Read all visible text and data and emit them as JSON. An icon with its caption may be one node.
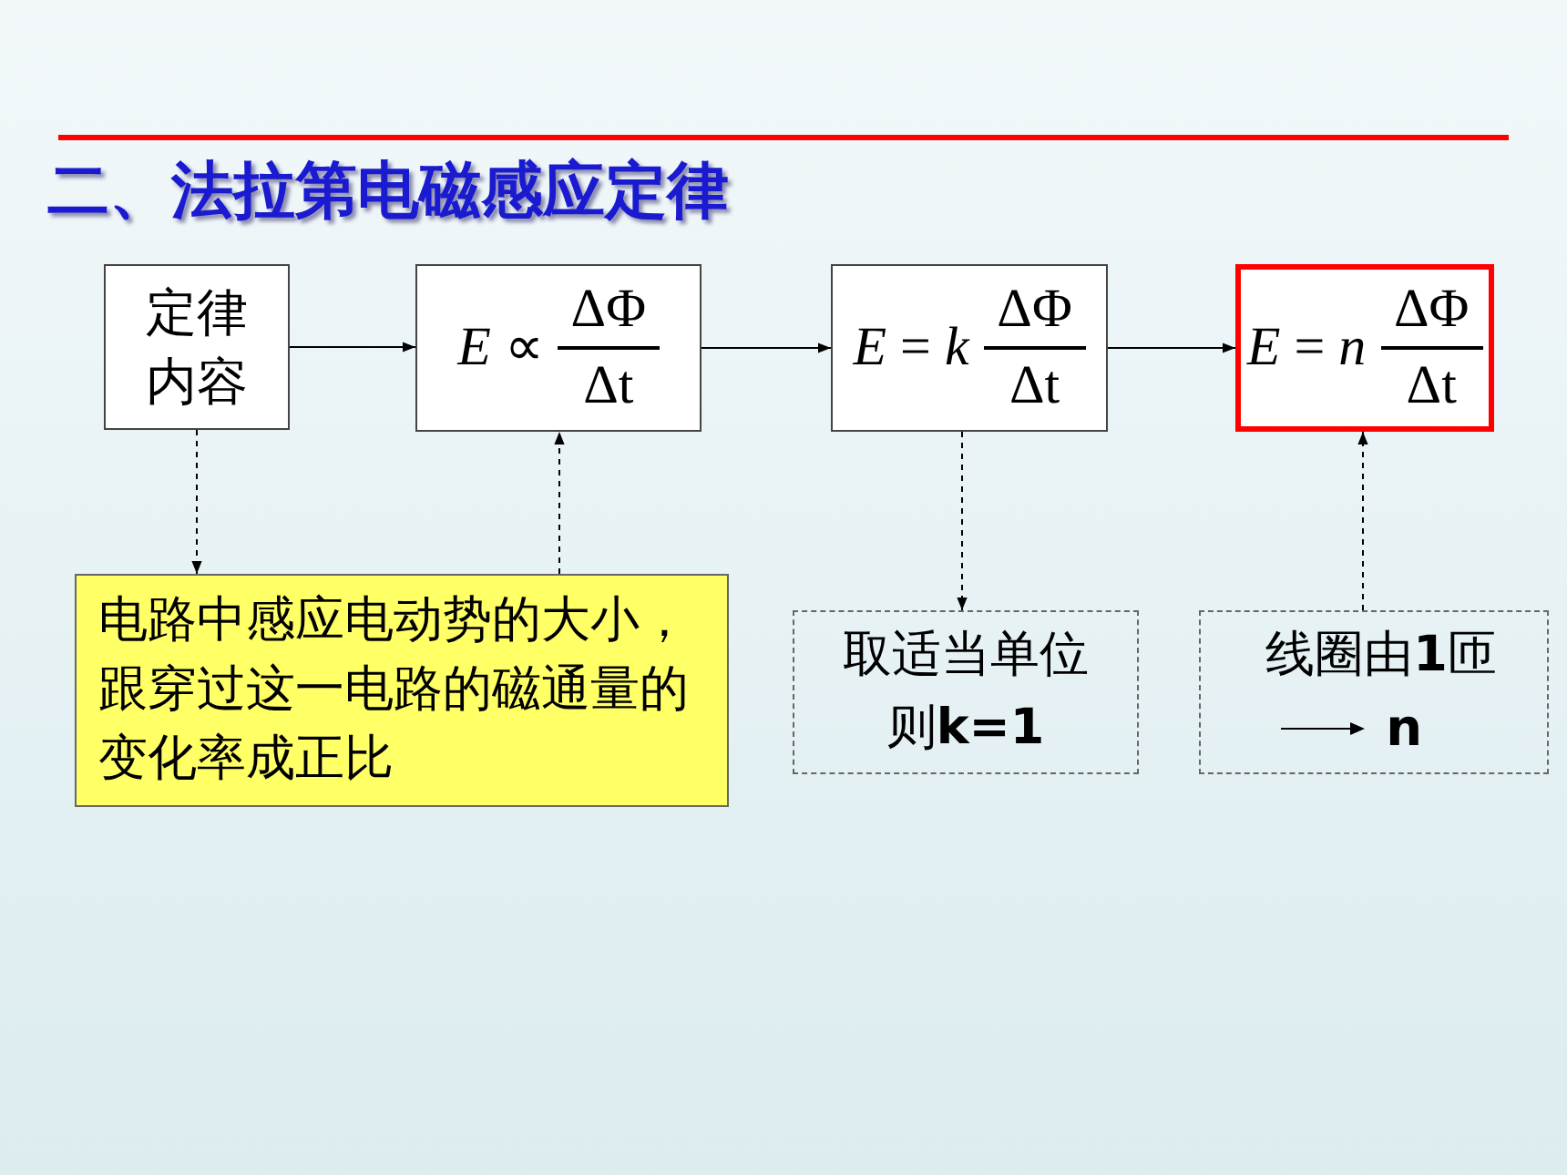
{
  "diagram": {
    "title": "二、法拉第电磁感应定律",
    "nodes": [
      {
        "text": [
          "定律内容"
        ]
      },
      {
        "text": [
          "*E* ∝",
          "ΔΦ",
          "Δt"
        ]
      },
      {
        "text": [
          "*E* = *k*",
          "ΔΦ",
          "Δt"
        ]
      },
      {
        "text": [
          "*E* = *n*",
          "ΔΦ",
          "Δt"
        ]
      },
      {
        "text": [
          "电路中感应电动势的大小，跟穿过这一电路的磁通量的变化率成正比"
        ]
      },
      {
        "text": [
          "取适当单位则**k=1**"
        ]
      },
      {
        "text": [
          "线圈由**1**匝",
          "n"
        ]
      }
    ],
    "edges": [
      {
        "from": 0,
        "to": 1,
        "arrow": "to"
      },
      {
        "from": 1,
        "to": 2,
        "arrow": "to"
      },
      {
        "from": 2,
        "to": 3,
        "arrow": "to"
      },
      {
        "from": 0,
        "to": 4,
        "arrow": "to",
        "style": "dashed"
      },
      {
        "from": 4,
        "to": 1,
        "arrow": "to",
        "style": "dashed"
      },
      {
        "from": 2,
        "to": 5,
        "arrow": "to",
        "style": "dashed"
      },
      {
        "from": 6,
        "to": 3,
        "arrow": "to",
        "style": "dashed"
      }
    ]
  }
}
